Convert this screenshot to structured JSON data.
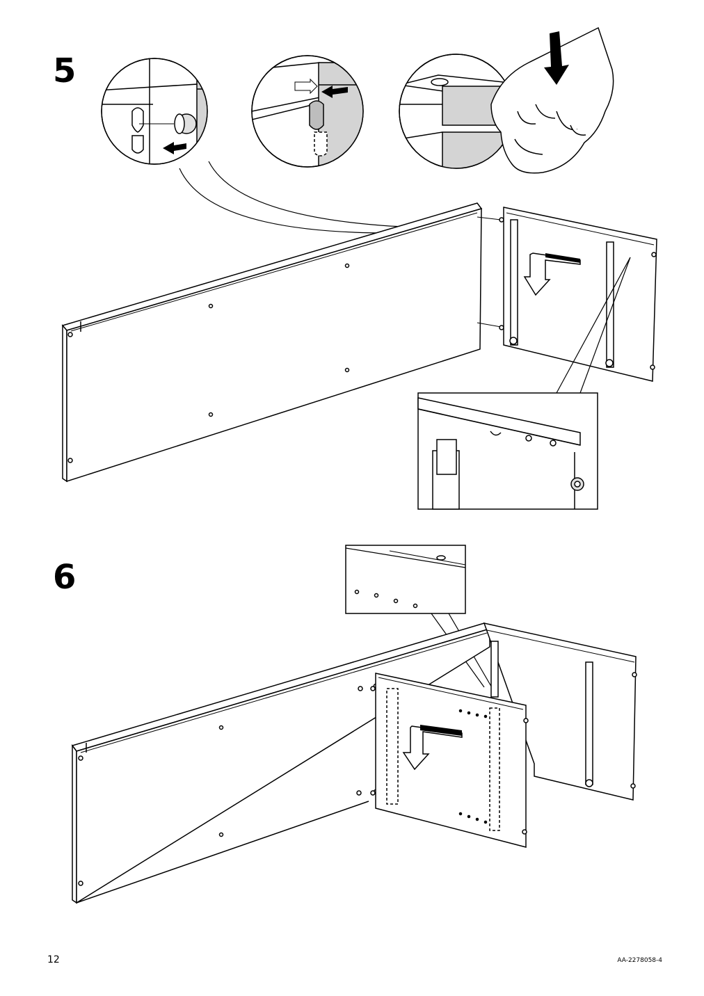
{
  "steps": [
    {
      "number": "5"
    },
    {
      "number": "6"
    }
  ],
  "footer": {
    "page_number": "12",
    "doc_code": "AA-2278058-4"
  },
  "icons": [
    "arrow-left-icon",
    "arrow-down-icon",
    "hand-press-icon",
    "magnifier-callout-icon"
  ]
}
